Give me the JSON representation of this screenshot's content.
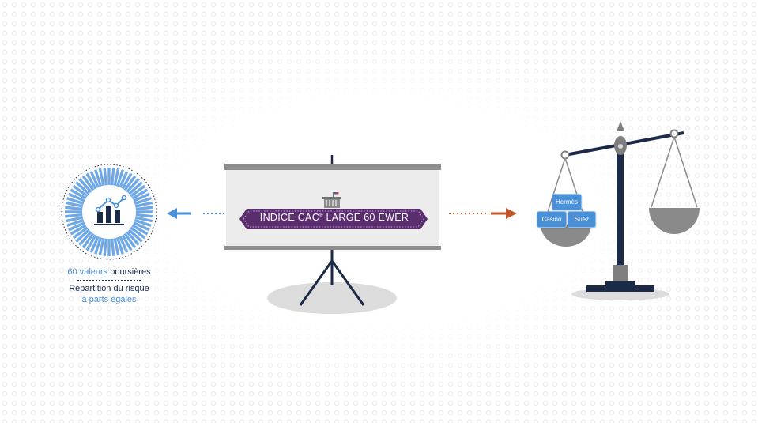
{
  "left_panel": {
    "line1_blue": "60 valeurs",
    "line1_dark": "boursières",
    "line2": "Répartition du risque",
    "line3": "à parts égales"
  },
  "banner": {
    "prefix": "INDICE CAC",
    "registered": "®",
    "suffix": "LARGE 60 EWER"
  },
  "scale": {
    "tags": [
      "Hermès",
      "Casino",
      "Suez"
    ]
  },
  "colors": {
    "navy": "#1b2a47",
    "light_blue": "#4a90d9",
    "purple": "#5a2d6e",
    "orange_arrow": "#c0562a",
    "grey": "#8a8a8a"
  }
}
